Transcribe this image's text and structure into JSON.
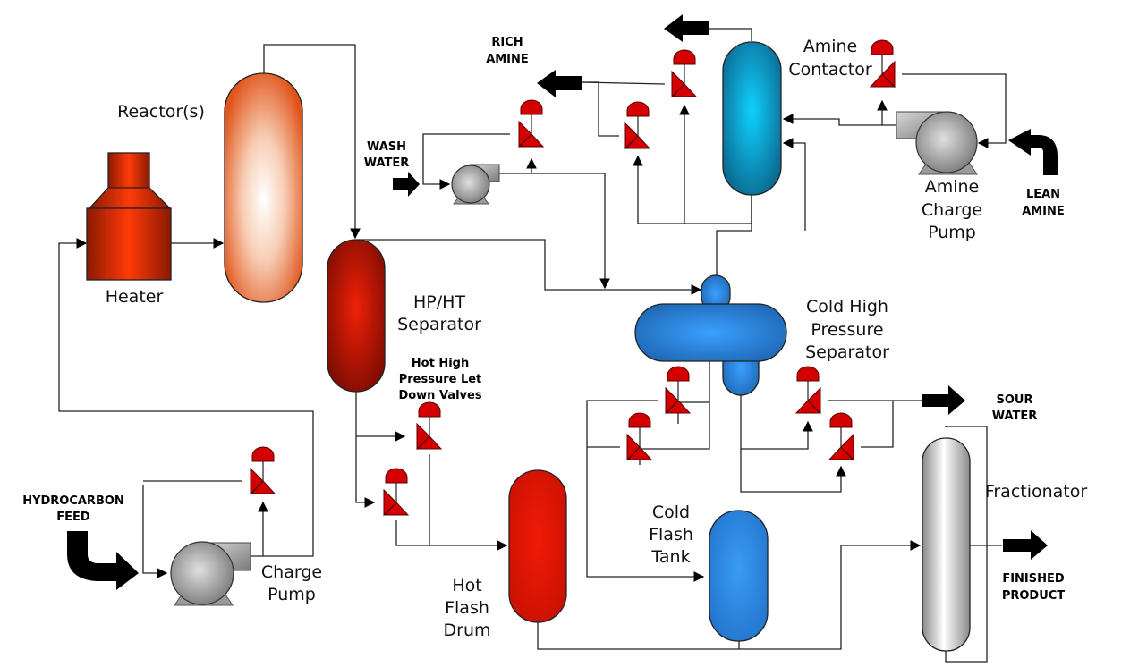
{
  "title": "Hydrocracking / Hydrotreating Process Flow Diagram",
  "colors": {
    "heater": "#e8300a",
    "reactor": "#e8662e",
    "hp_ht_separator": "#b01000",
    "hot_flash_drum": "#e01808",
    "cold_separator": "#2a88d8",
    "cold_flash_tank": "#2f8be0",
    "amine_contactor": "#1aa8d8",
    "fractionator": "#d8d8d8",
    "pump": "#a8a8a8",
    "valve": "#d40000",
    "stream_arrow": "#000000"
  },
  "equipment": {
    "heater": {
      "label": "Heater"
    },
    "reactor": {
      "label": "Reactor(s)"
    },
    "hp_ht_separator": {
      "label_line1": "HP/HT",
      "label_line2": "Separator"
    },
    "hot_hp_letdown_valves": {
      "label_line1": "Hot High",
      "label_line2": "Pressure Let",
      "label_line3": "Down Valves"
    },
    "hot_flash_drum": {
      "label_line1": "Hot",
      "label_line2": "Flash",
      "label_line3": "Drum"
    },
    "cold_hp_separator": {
      "label_line1": "Cold High",
      "label_line2": "Pressure",
      "label_line3": "Separator"
    },
    "cold_flash_tank": {
      "label_line1": "Cold",
      "label_line2": "Flash",
      "label_line3": "Tank"
    },
    "amine_contactor": {
      "label_line1": "Amine",
      "label_line2": "Contactor"
    },
    "amine_charge_pump": {
      "label_line1": "Amine",
      "label_line2": "Charge",
      "label_line3": "Pump"
    },
    "charge_pump": {
      "label_line1": "Charge",
      "label_line2": "Pump"
    },
    "fractionator": {
      "label": "Fractionator"
    }
  },
  "streams": {
    "hydrocarbon_feed": {
      "line1": "HYDROCARBON",
      "line2": "FEED"
    },
    "wash_water": {
      "line1": "WASH",
      "line2": "WATER"
    },
    "rich_amine": {
      "line1": "RICH",
      "line2": "AMINE"
    },
    "lean_amine": {
      "line1": "LEAN",
      "line2": "AMINE"
    },
    "sour_water": {
      "line1": "SOUR",
      "line2": "WATER"
    },
    "finished_product": {
      "line1": "FINISHED",
      "line2": "PRODUCT"
    }
  }
}
